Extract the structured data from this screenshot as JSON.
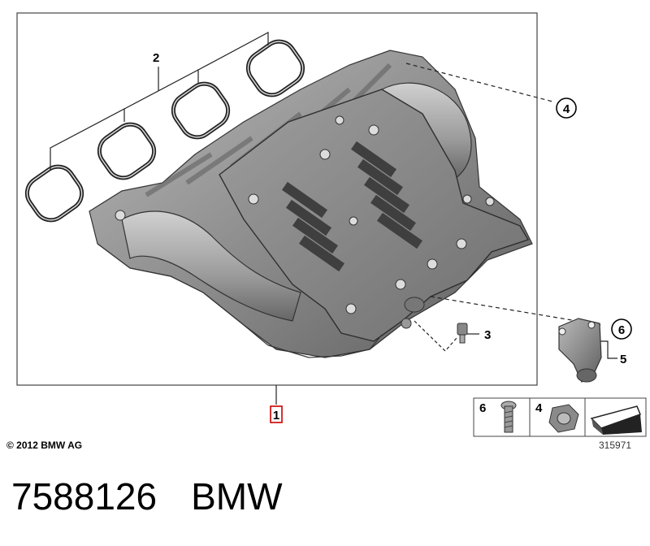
{
  "callouts": {
    "c1": "1",
    "c2": "2",
    "c3": "3",
    "c4": "4",
    "c5": "5",
    "c6": "6"
  },
  "legend": {
    "item_screw": "6",
    "item_nut": "4"
  },
  "copyright": "© 2012 BMW AG",
  "image_number": "315971",
  "caption": {
    "part_number": "7588126",
    "brand": "BMW"
  },
  "colors": {
    "frame": "#444444",
    "highlight_box": "#cc0000",
    "part_body": "#8a8a8a",
    "part_dark": "#555555"
  }
}
